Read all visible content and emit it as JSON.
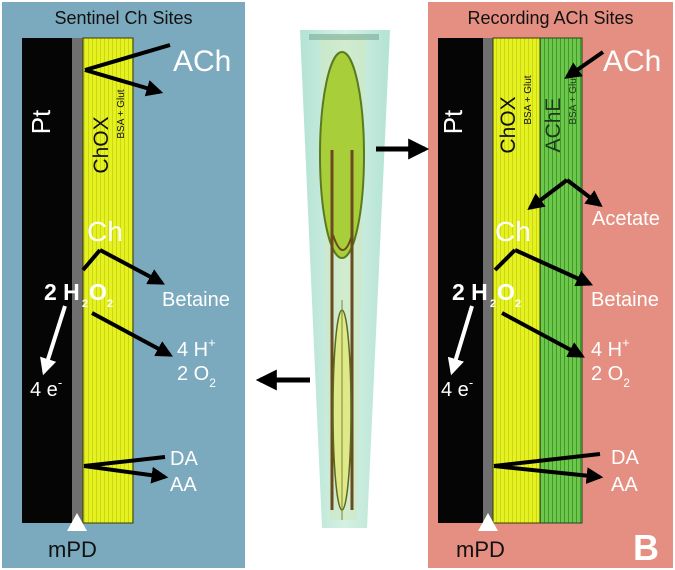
{
  "left_panel": {
    "title": "Sentinel Ch Sites",
    "electrode": "Pt",
    "layer_name": "ChOX",
    "layer_sub": "BSA + Glut",
    "labels": {
      "ach": "ACh",
      "ch": "Ch",
      "betaine": "Betaine",
      "h2o2_coef": "2 H",
      "h2o2_sub1": "2",
      "h2o2_o": "O",
      "h2o2_sub2": "2",
      "electrons": "4 e",
      "electrons_sup": "-",
      "protons": "4 H",
      "protons_sup": "+",
      "oxygen": "2 O",
      "oxygen_sub": "2",
      "da": "DA",
      "aa": "AA",
      "mpd": "mPD"
    }
  },
  "right_panel": {
    "title": "Recording ACh Sites",
    "electrode": "Pt",
    "layer1_name": "ChOX",
    "layer1_sub": "BSA + Glut",
    "layer2_name": "AChE",
    "layer2_sub": "BSA + Glut",
    "labels": {
      "ach": "ACh",
      "ch": "Ch",
      "acetate": "Acetate",
      "betaine": "Betaine",
      "h2o2_coef": "2 H",
      "h2o2_sub1": "2",
      "h2o2_o": "O",
      "h2o2_sub2": "2",
      "electrons": "4 e",
      "electrons_sup": "-",
      "protons": "4 H",
      "protons_sup": "+",
      "oxygen": "2 O",
      "oxygen_sub": "2",
      "da": "DA",
      "aa": "AA",
      "mpd": "mPD"
    }
  },
  "panel_letter": "B",
  "colors": {
    "left_bg": "#7ba9bd",
    "right_bg": "#e58f82",
    "pt": "#050505",
    "mpd_layer": "#6f6f6f",
    "chox": "#e6f21f",
    "ache": "#6ec64a"
  }
}
